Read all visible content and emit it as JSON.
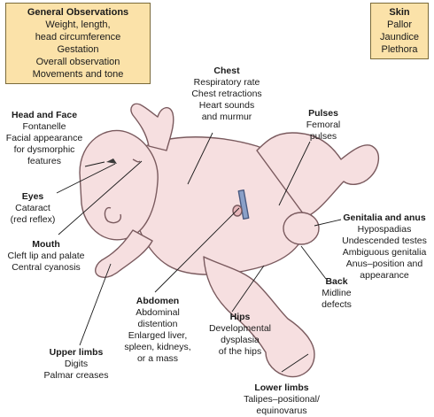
{
  "general": {
    "title": "General Observations",
    "items": [
      "Weight, length,",
      "head circumference",
      "Gestation",
      "Overall observation",
      "Movements and tone"
    ]
  },
  "skin": {
    "title": "Skin",
    "items": [
      "Pallor",
      "Jaundice",
      "Plethora"
    ]
  },
  "chest": {
    "title": "Chest",
    "items": [
      "Respiratory rate",
      "Chest retractions",
      "Heart sounds",
      "and murmur"
    ]
  },
  "head_face": {
    "title": "Head and Face",
    "items": [
      "Fontanelle",
      "Facial appearance",
      "for dysmorphic",
      "features"
    ]
  },
  "pulses": {
    "title": "Pulses",
    "items": [
      "Femoral",
      "pulses"
    ]
  },
  "eyes": {
    "title": "Eyes",
    "items": [
      "Cataract",
      "(red reflex)"
    ]
  },
  "genitalia": {
    "title": "Genitalia and anus",
    "items": [
      "Hypospadias",
      "Undescended testes",
      "Ambiguous genitalia",
      "Anus–position and",
      "appearance"
    ]
  },
  "mouth": {
    "title": "Mouth",
    "items": [
      "Cleft lip and palate",
      "Central cyanosis"
    ]
  },
  "back": {
    "title": "Back",
    "items": [
      "Midline",
      "defects"
    ]
  },
  "abdomen": {
    "title": "Abdomen",
    "items": [
      "Abdominal",
      "distention",
      "Enlarged liver,",
      "spleen, kidneys,",
      "or a mass"
    ]
  },
  "hips": {
    "title": "Hips",
    "items": [
      "Developmental",
      "dysplasia",
      "of the hips"
    ]
  },
  "upper_limbs": {
    "title": "Upper limbs",
    "items": [
      "Digits",
      "Palmar creases"
    ]
  },
  "lower_limbs": {
    "title": "Lower limbs",
    "items": [
      "Talipes–positional/",
      "equinovarus"
    ]
  },
  "colors": {
    "skin": "#f6dfe0",
    "outline": "#7a5a5e",
    "box_fill": "#fbe2a9",
    "clip": "#8aa0c8"
  }
}
